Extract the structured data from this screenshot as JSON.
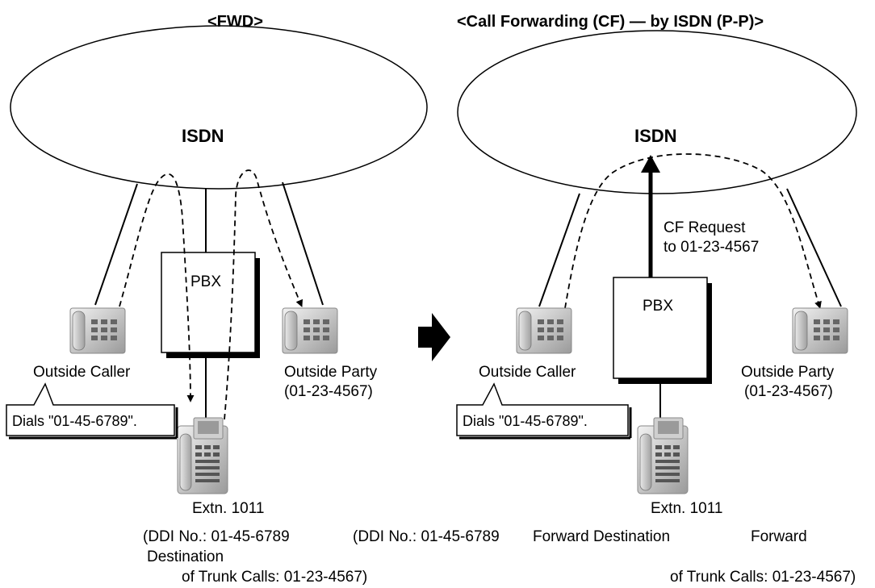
{
  "left": {
    "title": "<FWD>",
    "network_label": "ISDN",
    "pbx_label": "PBX",
    "caller_label": "Outside Caller",
    "party_label_line1": "Outside Party",
    "party_label_line2": "(01-23-4567)",
    "bubble_text": "Dials \"01-45-6789\".",
    "extn_label": "Extn. 1011",
    "ddi_text": "(DDI No.: 01-45-6789",
    "dest_line1": "Destination",
    "dest_line2": "of Trunk Calls: 01-23-4567)"
  },
  "right": {
    "title": "<Call Forwarding (CF) — by ISDN (P-P)>",
    "network_label": "ISDN",
    "pbx_label": "PBX",
    "request_line1": "CF Request",
    "request_line2": "to 01-23-4567",
    "caller_label": "Outside Caller",
    "party_label_line1": "Outside Party",
    "party_label_line2": "(01-23-4567)",
    "bubble_text": "Dials \"01-45-6789\".",
    "extn_label": "Extn. 1011",
    "ddi_text": "(DDI No.: 01-45-6789",
    "fwd_dest_text": "Forward Destination",
    "forward_text": "Forward",
    "dest_line2": "of Trunk Calls: 01-23-4567)"
  },
  "icons": {
    "outside_phone": "desk-telephone-icon",
    "extension_phone": "multi-line-telephone-icon",
    "transition_arrow": "right-arrow-icon"
  }
}
